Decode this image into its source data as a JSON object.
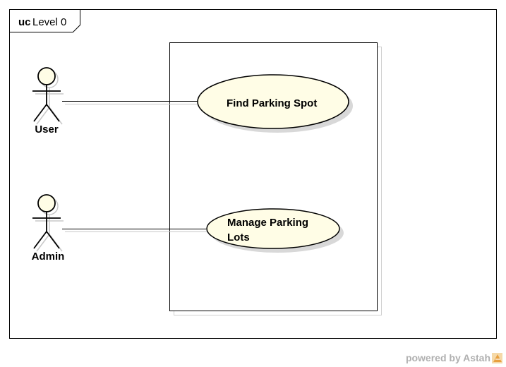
{
  "frame": {
    "keyword": "uc",
    "name": "Level 0"
  },
  "actors": [
    {
      "name": "User"
    },
    {
      "name": "Admin"
    }
  ],
  "use_cases": [
    {
      "lines": [
        "Find Parking Spot"
      ]
    },
    {
      "lines": [
        "Manage Parking",
        "Lots"
      ]
    }
  ],
  "footer": {
    "text": "powered by Astah"
  },
  "colors": {
    "use_case_fill": "#fffde6",
    "actor_head_fill": "#fffde6",
    "shadow": "#d8d8d8",
    "stroke": "#000000"
  }
}
